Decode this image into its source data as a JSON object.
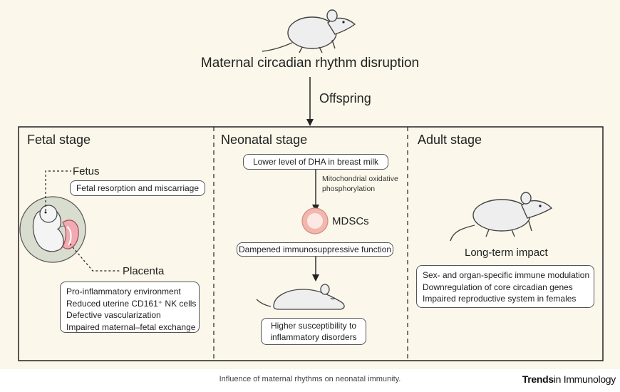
{
  "header": {
    "title": "Maternal circadian rhythm disruption",
    "arrow_label": "Offspring"
  },
  "stages": {
    "fetal": {
      "title": "Fetal stage",
      "fetus_label": "Fetus",
      "fetus_effect": "Fetal resorption and miscarriage",
      "placenta_label": "Placenta",
      "placenta_effects": [
        "Pro-inflammatory environment",
        "Reduced uterine CD161⁺ NK cells",
        "Defective vascularization",
        "Impaired maternal–fetal exchange"
      ]
    },
    "neonatal": {
      "title": "Neonatal stage",
      "milk": "Lower level of DHA in breast milk",
      "mechanism_line1": "Mitochondrial oxidative",
      "mechanism_line2": "phosphorylation",
      "cell": "MDSCs",
      "function": "Dampened immunosuppressive function",
      "outcome_line1": "Higher susceptibility to",
      "outcome_line2": "inflammatory disorders"
    },
    "adult": {
      "title": "Adult stage",
      "impact_label": "Long-term impact",
      "effects": [
        "Sex- and organ-specific immune modulation",
        "Downregulation of core circadian genes",
        "Impaired reproductive system in females"
      ]
    }
  },
  "footer": {
    "caption": "Influence of maternal rhythms on neonatal immunity.",
    "brand_trends": "Trends",
    "brand_journal": "in Immunology"
  },
  "colors": {
    "background": "#fbf7ea",
    "mouse_fill": "#eeeeee",
    "cell_outer": "#f2b7ae",
    "cell_inner": "#fde9e4",
    "placenta": "#f0aab0",
    "womb": "#d9ddd0"
  }
}
